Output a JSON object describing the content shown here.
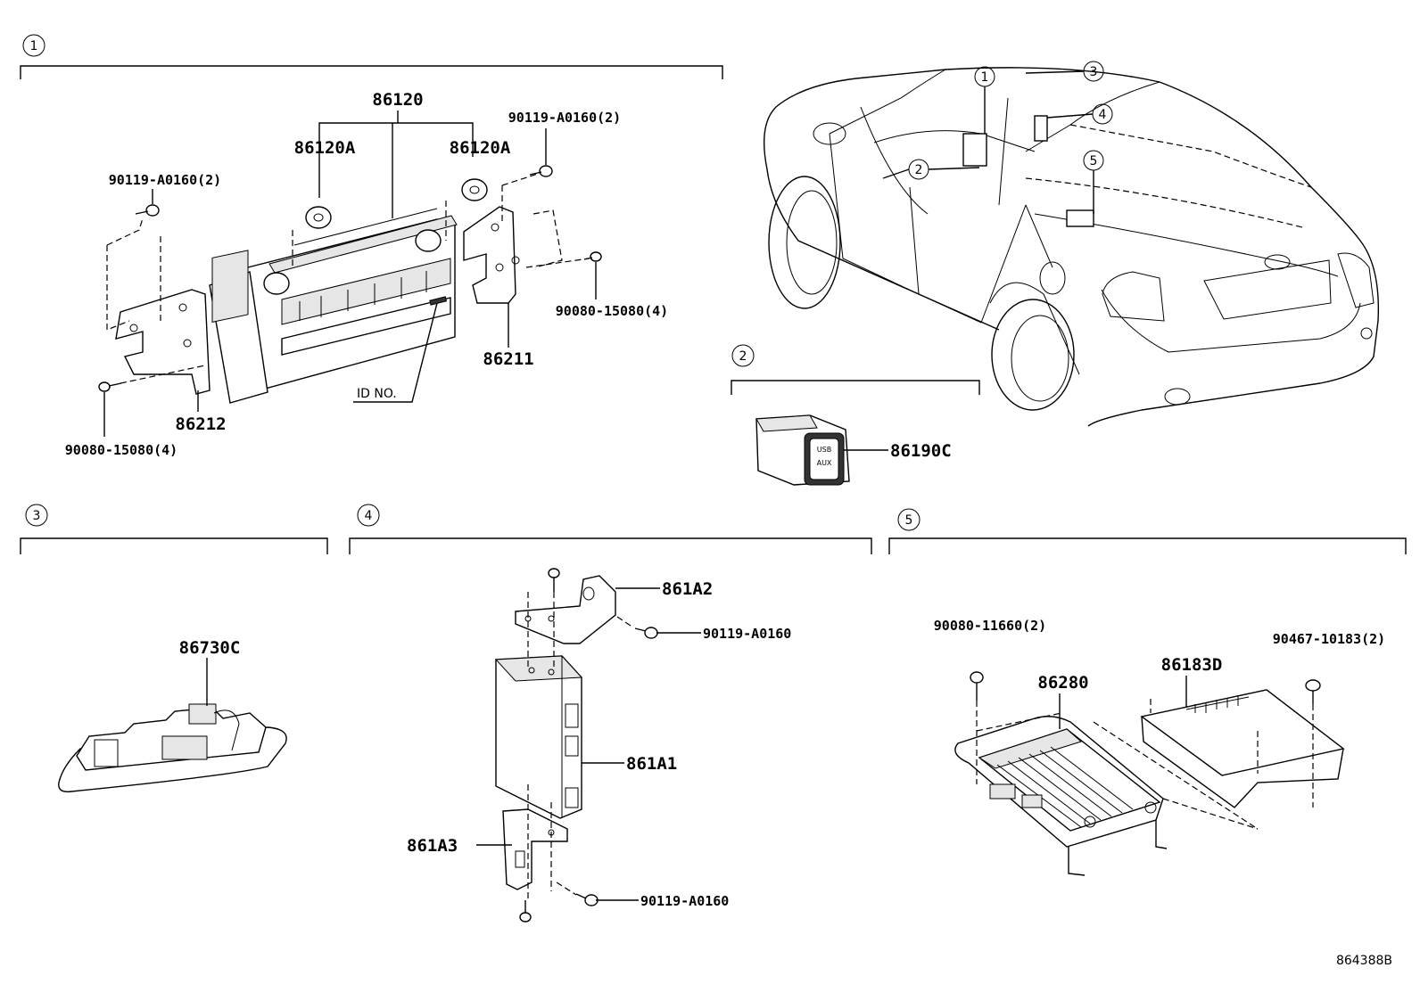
{
  "diagram_id": "864388B",
  "sections": [
    {
      "num": "1"
    },
    {
      "num": "2"
    },
    {
      "num": "3"
    },
    {
      "num": "4"
    },
    {
      "num": "5"
    }
  ],
  "car_callouts": [
    "1",
    "2",
    "3",
    "4",
    "5"
  ],
  "labels": {
    "radio_assy": "86120",
    "knob_left": "86120A",
    "knob_right": "86120A",
    "screw_top_right": "90119-A0160(2)",
    "screw_top_left": "90119-A0160(2)",
    "screw_right": "90080-15080(4)",
    "screw_bottom_left": "90080-15080(4)",
    "bracket_right": "86211",
    "bracket_left": "86212",
    "id_no": "ID NO.",
    "usb_aux_jack": "86190C",
    "usb_text_1": "USB",
    "usb_text_2": "AUX",
    "mic_assy": "86730C",
    "bracket_861A2": "861A2",
    "screw_861A2": "90119-A0160",
    "module_861A1": "861A1",
    "bracket_861A3": "861A3",
    "screw_861A3": "90119-A0160",
    "amp_screw": "90080-11660(2)",
    "amplifier": "86280",
    "amp_cover": "86183D",
    "cover_clip": "90467-10183(2)"
  }
}
